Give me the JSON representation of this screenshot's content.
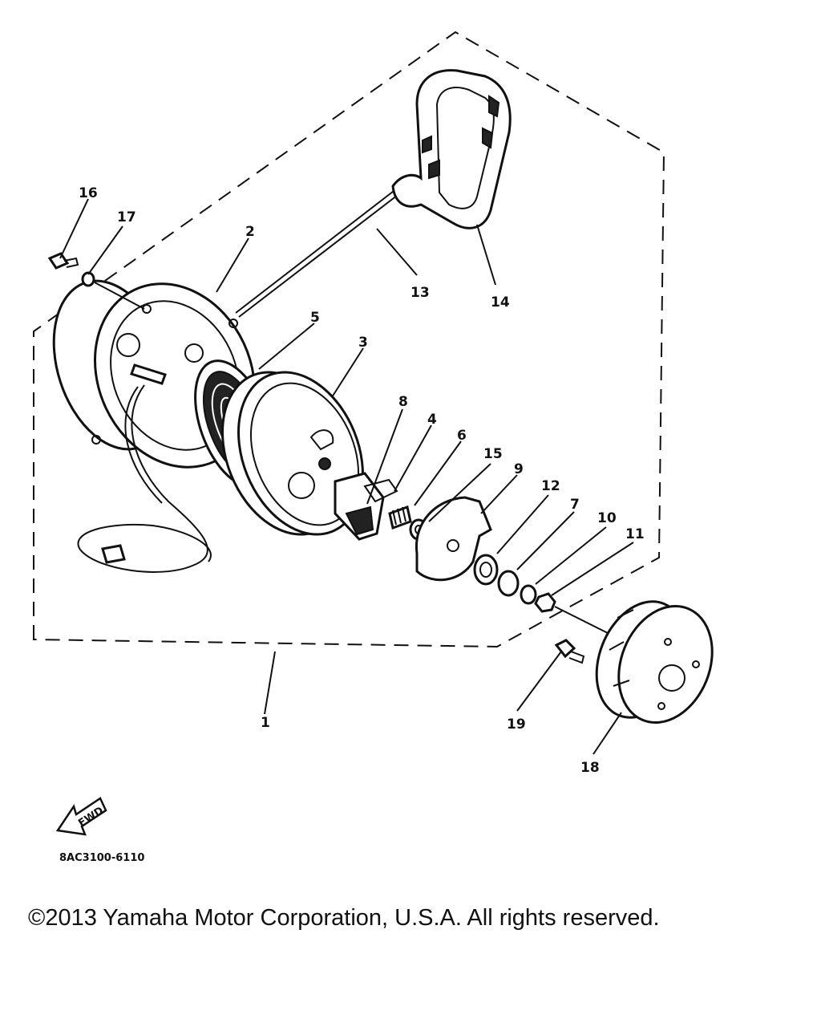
{
  "diagram": {
    "part_labels": [
      "1",
      "2",
      "3",
      "4",
      "5",
      "6",
      "7",
      "8",
      "9",
      "10",
      "11",
      "12",
      "13",
      "14",
      "15",
      "16",
      "17",
      "18",
      "19"
    ],
    "direction_badge": "FWD",
    "diagram_code": "8AC3100-6110"
  },
  "footer": {
    "copyright": "©2013 Yamaha Motor Corporation, U.S.A. All rights reserved."
  }
}
